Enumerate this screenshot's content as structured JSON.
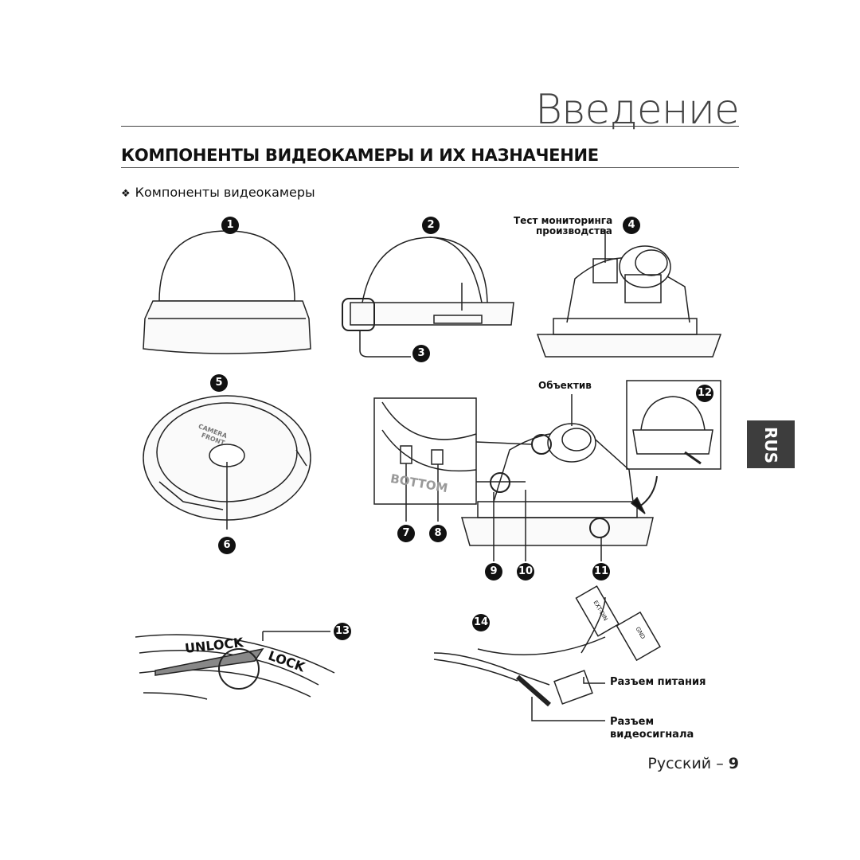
{
  "header": {
    "chapter_title": "Введение"
  },
  "section": {
    "heading": "КОМПОНЕНТЫ ВИДЕОКАМЕРЫ И ИХ НАЗНАЧЕНИЕ",
    "subsection_bullet": "❖",
    "subsection": "Компоненты видеокамеры"
  },
  "callouts": [
    "1",
    "2",
    "3",
    "4",
    "5",
    "6",
    "7",
    "8",
    "9",
    "10",
    "11",
    "12",
    "13",
    "14"
  ],
  "labels": {
    "test_monitor_line1": "Тест мониторинга",
    "test_monitor_line2": "производства",
    "lens": "Объектив",
    "power_connector": "Разъем питания",
    "video_connector_line1": "Разъем",
    "video_connector_line2": "видеосигнала",
    "unlock": "UNLOCK",
    "lock": "LOCK",
    "bottom": "BOTTOM",
    "camera_front_line1": "CAMERA",
    "camera_front_line2": "FRONT",
    "ext_din": "EXT-DIN",
    "gnd": "GND"
  },
  "side_tab": {
    "language": "RUS"
  },
  "footer": {
    "language": "Русский",
    "separator": " – ",
    "page": "9"
  }
}
